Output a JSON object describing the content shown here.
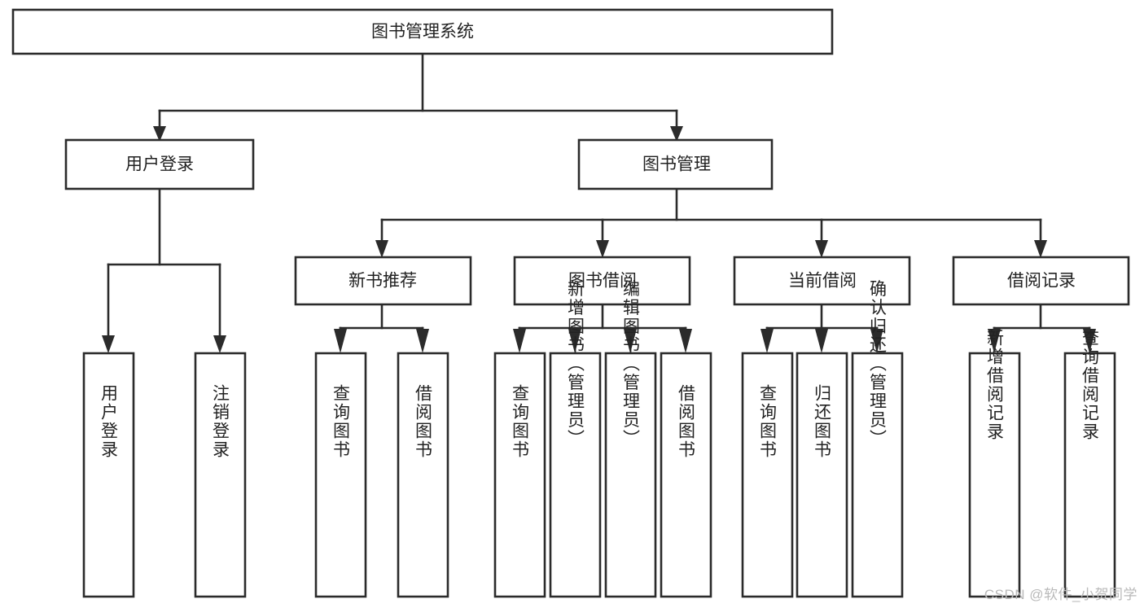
{
  "diagram": {
    "title": "图书管理系统",
    "type": "hierarchy-tree",
    "watermark": "CSDN @软件_小贺同学",
    "colors": {
      "stroke": "#2b2b2b",
      "fill": "#ffffff",
      "text": "#222222",
      "watermark": "#b9b9b9"
    },
    "nodes": {
      "root": {
        "label": "图书管理系统"
      },
      "level2": [
        {
          "id": "user-login",
          "label": "用户登录"
        },
        {
          "id": "book-manage",
          "label": "图书管理"
        }
      ],
      "level3": [
        {
          "id": "new-book-rec",
          "label": "新书推荐"
        },
        {
          "id": "book-borrow",
          "label": "图书借阅"
        },
        {
          "id": "current-borrow",
          "label": "当前借阅"
        },
        {
          "id": "borrow-record",
          "label": "借阅记录"
        }
      ],
      "leaves": {
        "user-login": [
          {
            "id": "leaf-user-login",
            "label": "用户登录"
          },
          {
            "id": "leaf-logout",
            "label": "注销登录"
          }
        ],
        "new-book-rec": [
          {
            "id": "leaf-query-book-1",
            "label": "查询图书"
          },
          {
            "id": "leaf-borrow-book-1",
            "label": "借阅图书"
          }
        ],
        "book-borrow": [
          {
            "id": "leaf-query-book-2",
            "label": "查询图书"
          },
          {
            "id": "leaf-add-book",
            "label": "新增图书（管理员）"
          },
          {
            "id": "leaf-edit-book",
            "label": "编辑图书（管理员）"
          },
          {
            "id": "leaf-borrow-book-2",
            "label": "借阅图书"
          }
        ],
        "current-borrow": [
          {
            "id": "leaf-query-book-3",
            "label": "查询图书"
          },
          {
            "id": "leaf-return-book",
            "label": "归还图书"
          },
          {
            "id": "leaf-confirm-return",
            "label": "确认归还（管理员）"
          }
        ],
        "borrow-record": [
          {
            "id": "leaf-add-record",
            "label": "新增借阅记录"
          },
          {
            "id": "leaf-query-record",
            "label": "查询借阅记录"
          }
        ]
      }
    }
  }
}
